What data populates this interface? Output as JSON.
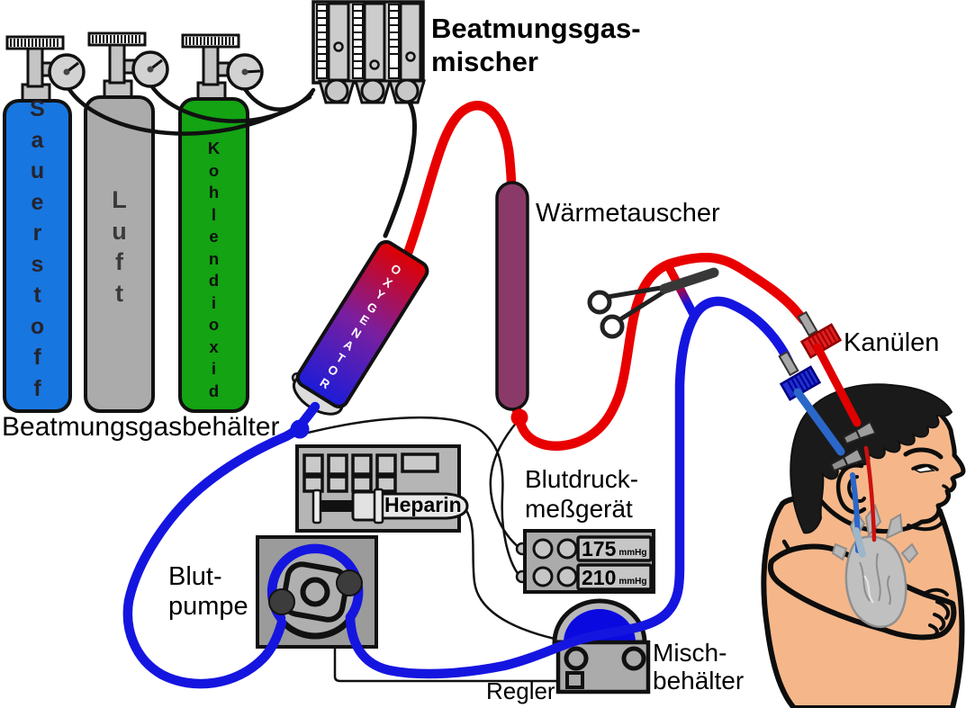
{
  "labels": {
    "gas_mixer_line1": "Beatmungsgas-",
    "gas_mixer_line2": "mischer",
    "heat_exchanger": "Wärmetauscher",
    "cannulas": "Kanülen",
    "cylinders_caption": "Beatmungsgasbehälter",
    "pressure_meter_line1": "Blutdruck-",
    "pressure_meter_line2": "meßgerät",
    "blood_pump_line1": "Blut-",
    "blood_pump_line2": "pumpe",
    "mixing_container_line1": "Misch-",
    "mixing_container_line2": "behälter",
    "regulator": "Regler",
    "heparin": "Heparin"
  },
  "cylinders": [
    {
      "name": "Sauerstoff",
      "letters": "S\na\nu\ne\nr\ns\nt\no\nf\nf",
      "color": "#1876E0"
    },
    {
      "name": "Luft",
      "letters": "L\nu\nf\nt",
      "color": "#ABABAB"
    },
    {
      "name": "Kohlendioxid",
      "letters": "K\no\nh\nl\ne\nn\nd\ni\no\nx\ni\nd",
      "color": "#13A313"
    }
  ],
  "oxygenator": {
    "letters": "O\nX\nY\nG\nE\nN\nA\nT\nO\nR"
  },
  "pressure_readings": [
    {
      "value": "175",
      "unit": "mmHg"
    },
    {
      "value": "210",
      "unit": "mmHg"
    }
  ],
  "colors": {
    "arterial_red": "#E80000",
    "venous_blue": "#1515E0",
    "oxygen_cylinder_blue": "#1876E0",
    "air_cylinder_gray": "#ABABAB",
    "co2_cylinder_green": "#13A313",
    "heat_exchanger_purple": "#8A3A68",
    "device_gray": "#ADADAD",
    "skin": "#F5B78A",
    "hair_black": "#1A1A1A"
  }
}
